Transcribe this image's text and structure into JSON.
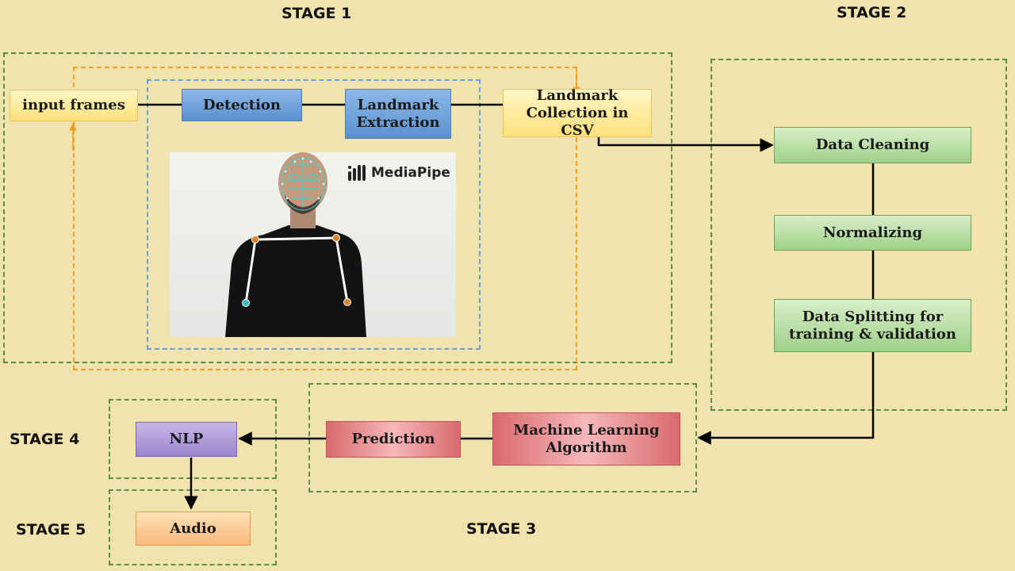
{
  "stages": {
    "stage1": "STAGE 1",
    "stage2": "STAGE 2",
    "stage3": "STAGE 3",
    "stage4": "STAGE 4",
    "stage5": "STAGE 5"
  },
  "nodes": {
    "input_frames": "input frames",
    "detection": "Detection",
    "landmark_extraction_l1": "Landmark",
    "landmark_extraction_l2": "Extraction",
    "landmark_collection_l1": "Landmark",
    "landmark_collection_l2": "Collection in CSV",
    "data_cleaning": "Data Cleaning",
    "normalizing": "Normalizing",
    "data_splitting_l1": "Data Splitting for",
    "data_splitting_l2": "training & validation",
    "ml_algorithm_l1": "Machine Learning",
    "ml_algorithm_l2": "Algorithm",
    "prediction": "Prediction",
    "nlp": "NLP",
    "audio": "Audio"
  },
  "image": {
    "logo_text": "MediaPipe",
    "logo_icon": "mediapipe-logo-icon"
  },
  "colors": {
    "background": "#f1e3ad",
    "stage_border": "#5c8c4a",
    "loop_border": "#f0a020",
    "mediapipe_border": "#6a9fd8"
  }
}
